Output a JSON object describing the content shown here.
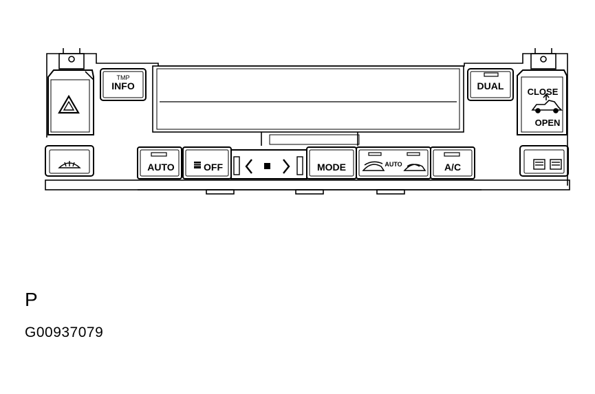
{
  "buttons": {
    "tmp_info_line1": "TMP",
    "tmp_info_line2": "INFO",
    "dual": "DUAL",
    "close": "CLOSE",
    "open": "OPEN",
    "auto": "AUTO",
    "fan_off": "OFF",
    "mode": "MODE",
    "recirc_auto": "AUTO",
    "ac": "A/C"
  },
  "icons": {
    "hazard": "hazard-triangle-icon",
    "front_defrost": "front-defroster-icon",
    "rear_defrost": "rear-defroster-icon",
    "fan": "fan-icon",
    "fresh_air": "fresh-air-car-icon",
    "recirc": "recirculation-car-icon",
    "car_top": "convertible-car-icon"
  },
  "labels": {
    "view_letter": "P",
    "figure_code": "G00937079"
  }
}
